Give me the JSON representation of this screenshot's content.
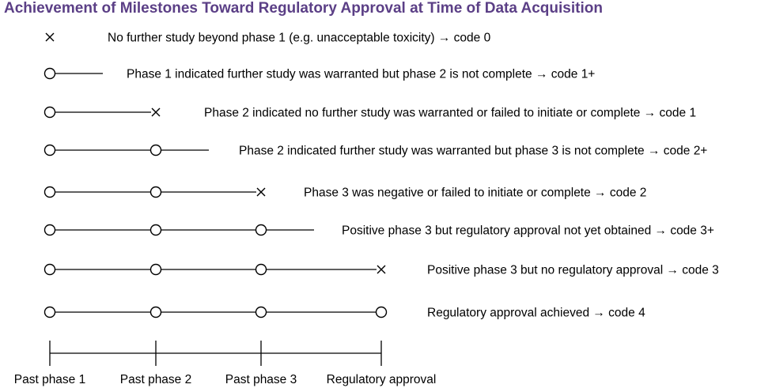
{
  "title": "Achievement of Milestones Toward Regulatory Approval at Time of Data Acquisition",
  "milestones": [
    "Past phase 1",
    "Past phase 2",
    "Past phase 3",
    "Regulatory approval"
  ],
  "rows": [
    {
      "reached": 0,
      "end": "x",
      "label": "No further study beyond phase 1 (e.g. unacceptable toxicity) → code 0"
    },
    {
      "reached": 1,
      "end": "line",
      "label": "Phase 1 indicated further study was warranted but phase 2 is not complete → code 1+"
    },
    {
      "reached": 1,
      "end": "x",
      "label": "Phase 2 indicated no further study was warranted or failed to initiate or complete → code 1"
    },
    {
      "reached": 2,
      "end": "line",
      "label": "Phase 2 indicated further study was warranted but phase 3 is not complete → code 2+"
    },
    {
      "reached": 2,
      "end": "x",
      "label": "Phase 3 was negative or failed to initiate or complete → code 2"
    },
    {
      "reached": 3,
      "end": "line",
      "label": "Positive phase 3 but regulatory approval not yet obtained → code 3+"
    },
    {
      "reached": 3,
      "end": "x",
      "label": "Positive phase 3 but no regulatory approval → code 3"
    },
    {
      "reached": 4,
      "end": "none",
      "label": "Regulatory approval achieved → code 4"
    }
  ]
}
